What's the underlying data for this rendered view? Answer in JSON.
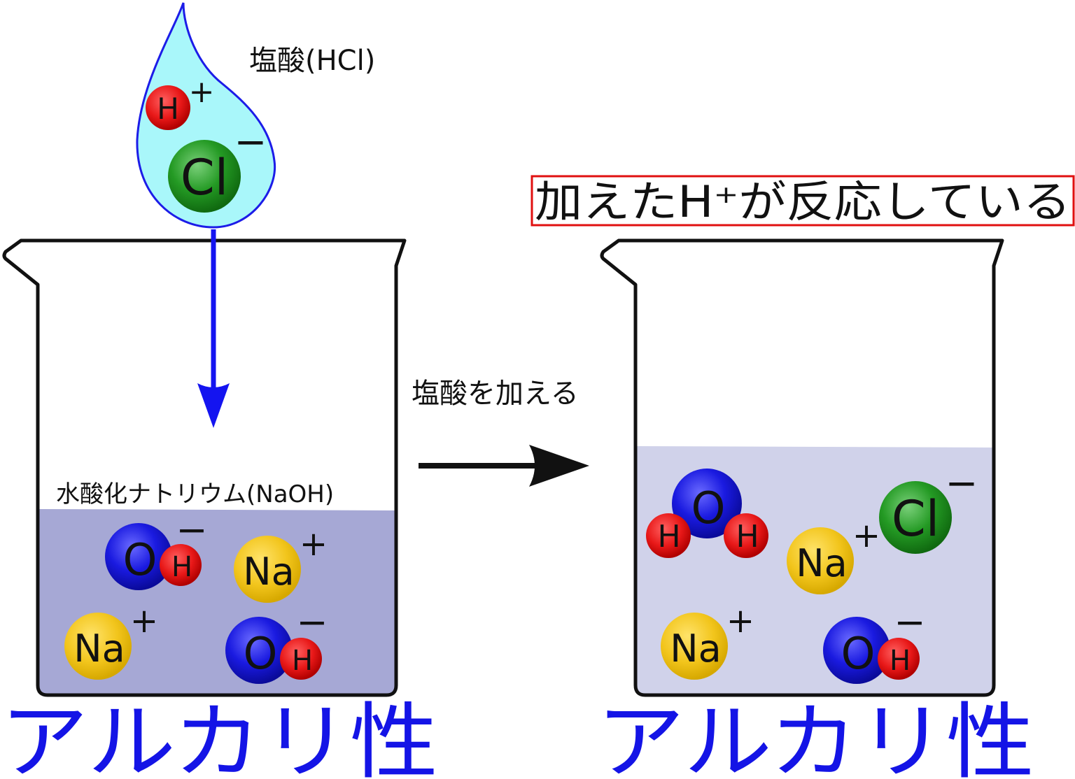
{
  "drop": {
    "label": "塩酸(HCl)",
    "ions": [
      {
        "symbol": "H",
        "charge": "+",
        "color": "red"
      },
      {
        "symbol": "Cl",
        "charge": "−",
        "color": "green"
      }
    ]
  },
  "process": {
    "arrow_label": "塩酸を加える"
  },
  "beaker_before": {
    "solution_label": "水酸化ナトリウム(NaOH)",
    "ions": [
      {
        "symbol": "OH",
        "charge": "−"
      },
      {
        "symbol": "Na",
        "charge": "+"
      },
      {
        "symbol": "Na",
        "charge": "+"
      },
      {
        "symbol": "OH",
        "charge": "−"
      }
    ],
    "property": "アルカリ性"
  },
  "beaker_after": {
    "callout": "加えたH⁺が反応している",
    "molecules": [
      {
        "symbol": "H2O"
      },
      {
        "symbol": "Na",
        "charge": "+"
      },
      {
        "symbol": "Cl",
        "charge": "−"
      },
      {
        "symbol": "Na",
        "charge": "+"
      },
      {
        "symbol": "OH",
        "charge": "−"
      }
    ],
    "property": "アルカリ性"
  },
  "colors": {
    "solution_before": "#a6a8d5",
    "solution_after": "#d0d2ea",
    "drop_fill": "#a9f7fa",
    "arrow_blue": "#1414f0",
    "property_text": "#1414e6",
    "callout_border": "#e01010"
  }
}
